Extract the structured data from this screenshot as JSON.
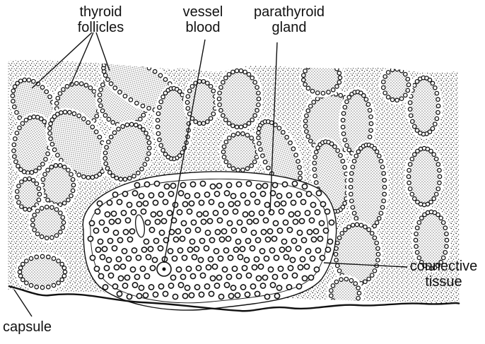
{
  "labels": {
    "thyroid_follicles": [
      "thyroid",
      "follicles"
    ],
    "vessel_blood": [
      "vessel",
      "blood"
    ],
    "parathyroid_gland": [
      "parathyroid",
      "gland"
    ],
    "connective_tissue": [
      "connective",
      "tissue"
    ],
    "capsule": "capsule"
  },
  "colors": {
    "ink": "#111111",
    "paper": "#ffffff"
  }
}
